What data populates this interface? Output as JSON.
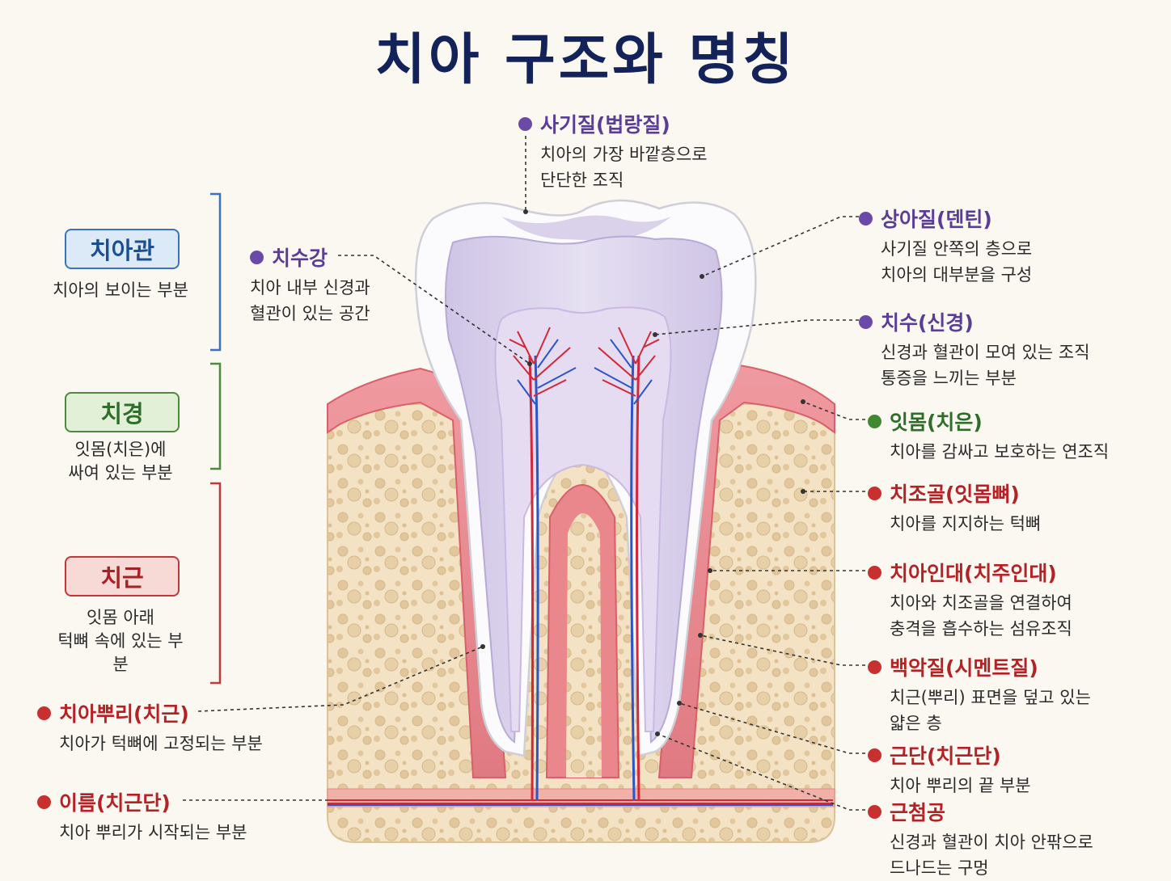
{
  "title": "치아 구조와 명칭",
  "sections": {
    "crown": {
      "label": "치아관",
      "desc": [
        "치아의 보이는 부분"
      ]
    },
    "neck": {
      "label": "치경",
      "desc": [
        "잇몸(치은)에",
        "싸여 있는 부분"
      ]
    },
    "root": {
      "label": "치근",
      "desc": [
        "잇몸 아래",
        "턱뼈 속에 있는 부분"
      ]
    }
  },
  "labels": {
    "enamel": {
      "name": "사기질(법랑질)",
      "desc": [
        "치아의 가장 바깥층으로",
        "단단한 조직"
      ]
    },
    "dentin": {
      "name": "상아질(덴틴)",
      "desc": [
        "사기질 안쪽의 층으로",
        "치아의 대부분을 구성"
      ]
    },
    "pulp": {
      "name": "치수(신경)",
      "desc": [
        "신경과 혈관이 모여 있는 조직",
        "통증을 느끼는 부분"
      ]
    },
    "pulp_cavity": {
      "name": "치수강",
      "desc": [
        "치아 내부 신경과",
        "혈관이 있는 공간"
      ]
    },
    "gum": {
      "name": "잇몸(치은)",
      "desc": [
        "치아를 감싸고 보호하는 연조직"
      ]
    },
    "alveolar_bone": {
      "name": "치조골(잇몸뼈)",
      "desc": [
        "치아를 지지하는 턱뼈"
      ]
    },
    "ligament": {
      "name": "치아인대(치주인대)",
      "desc": [
        "치아와 치조골을 연결하여",
        "충격을 흡수하는 섬유조직"
      ]
    },
    "cementum": {
      "name": "백악질(시멘트질)",
      "desc": [
        "치근(뿌리) 표면을 덮고 있는",
        "얇은 층"
      ]
    },
    "apex": {
      "name": "근단(치근단)",
      "desc": [
        "치아 뿌리의 끝 부분"
      ]
    },
    "apical_foramen": {
      "name": "근첨공",
      "desc": [
        "신경과 혈관이 치아 안팎으로",
        "드나드는 구멍"
      ]
    },
    "root": {
      "name": "치아뿌리(치근)",
      "desc": [
        "치아가 턱뼈에 고정되는 부분"
      ]
    },
    "root_apex_left": {
      "name": "이름(치근단)",
      "desc": [
        "치아 뿌리가 시작되는 부분"
      ]
    }
  },
  "colors": {
    "title": "#13235a",
    "purple": "#6a4aa6",
    "green": "#3e8a2e",
    "red": "#c7302f",
    "crown_bracket": "#3d72b8",
    "neck_bracket": "#4d8a3c",
    "root_bracket": "#c0393a",
    "bone": "#f3dfc0",
    "gum": "#e9848a",
    "dentin": "#d9d0ea",
    "enamel": "#ffffff"
  }
}
